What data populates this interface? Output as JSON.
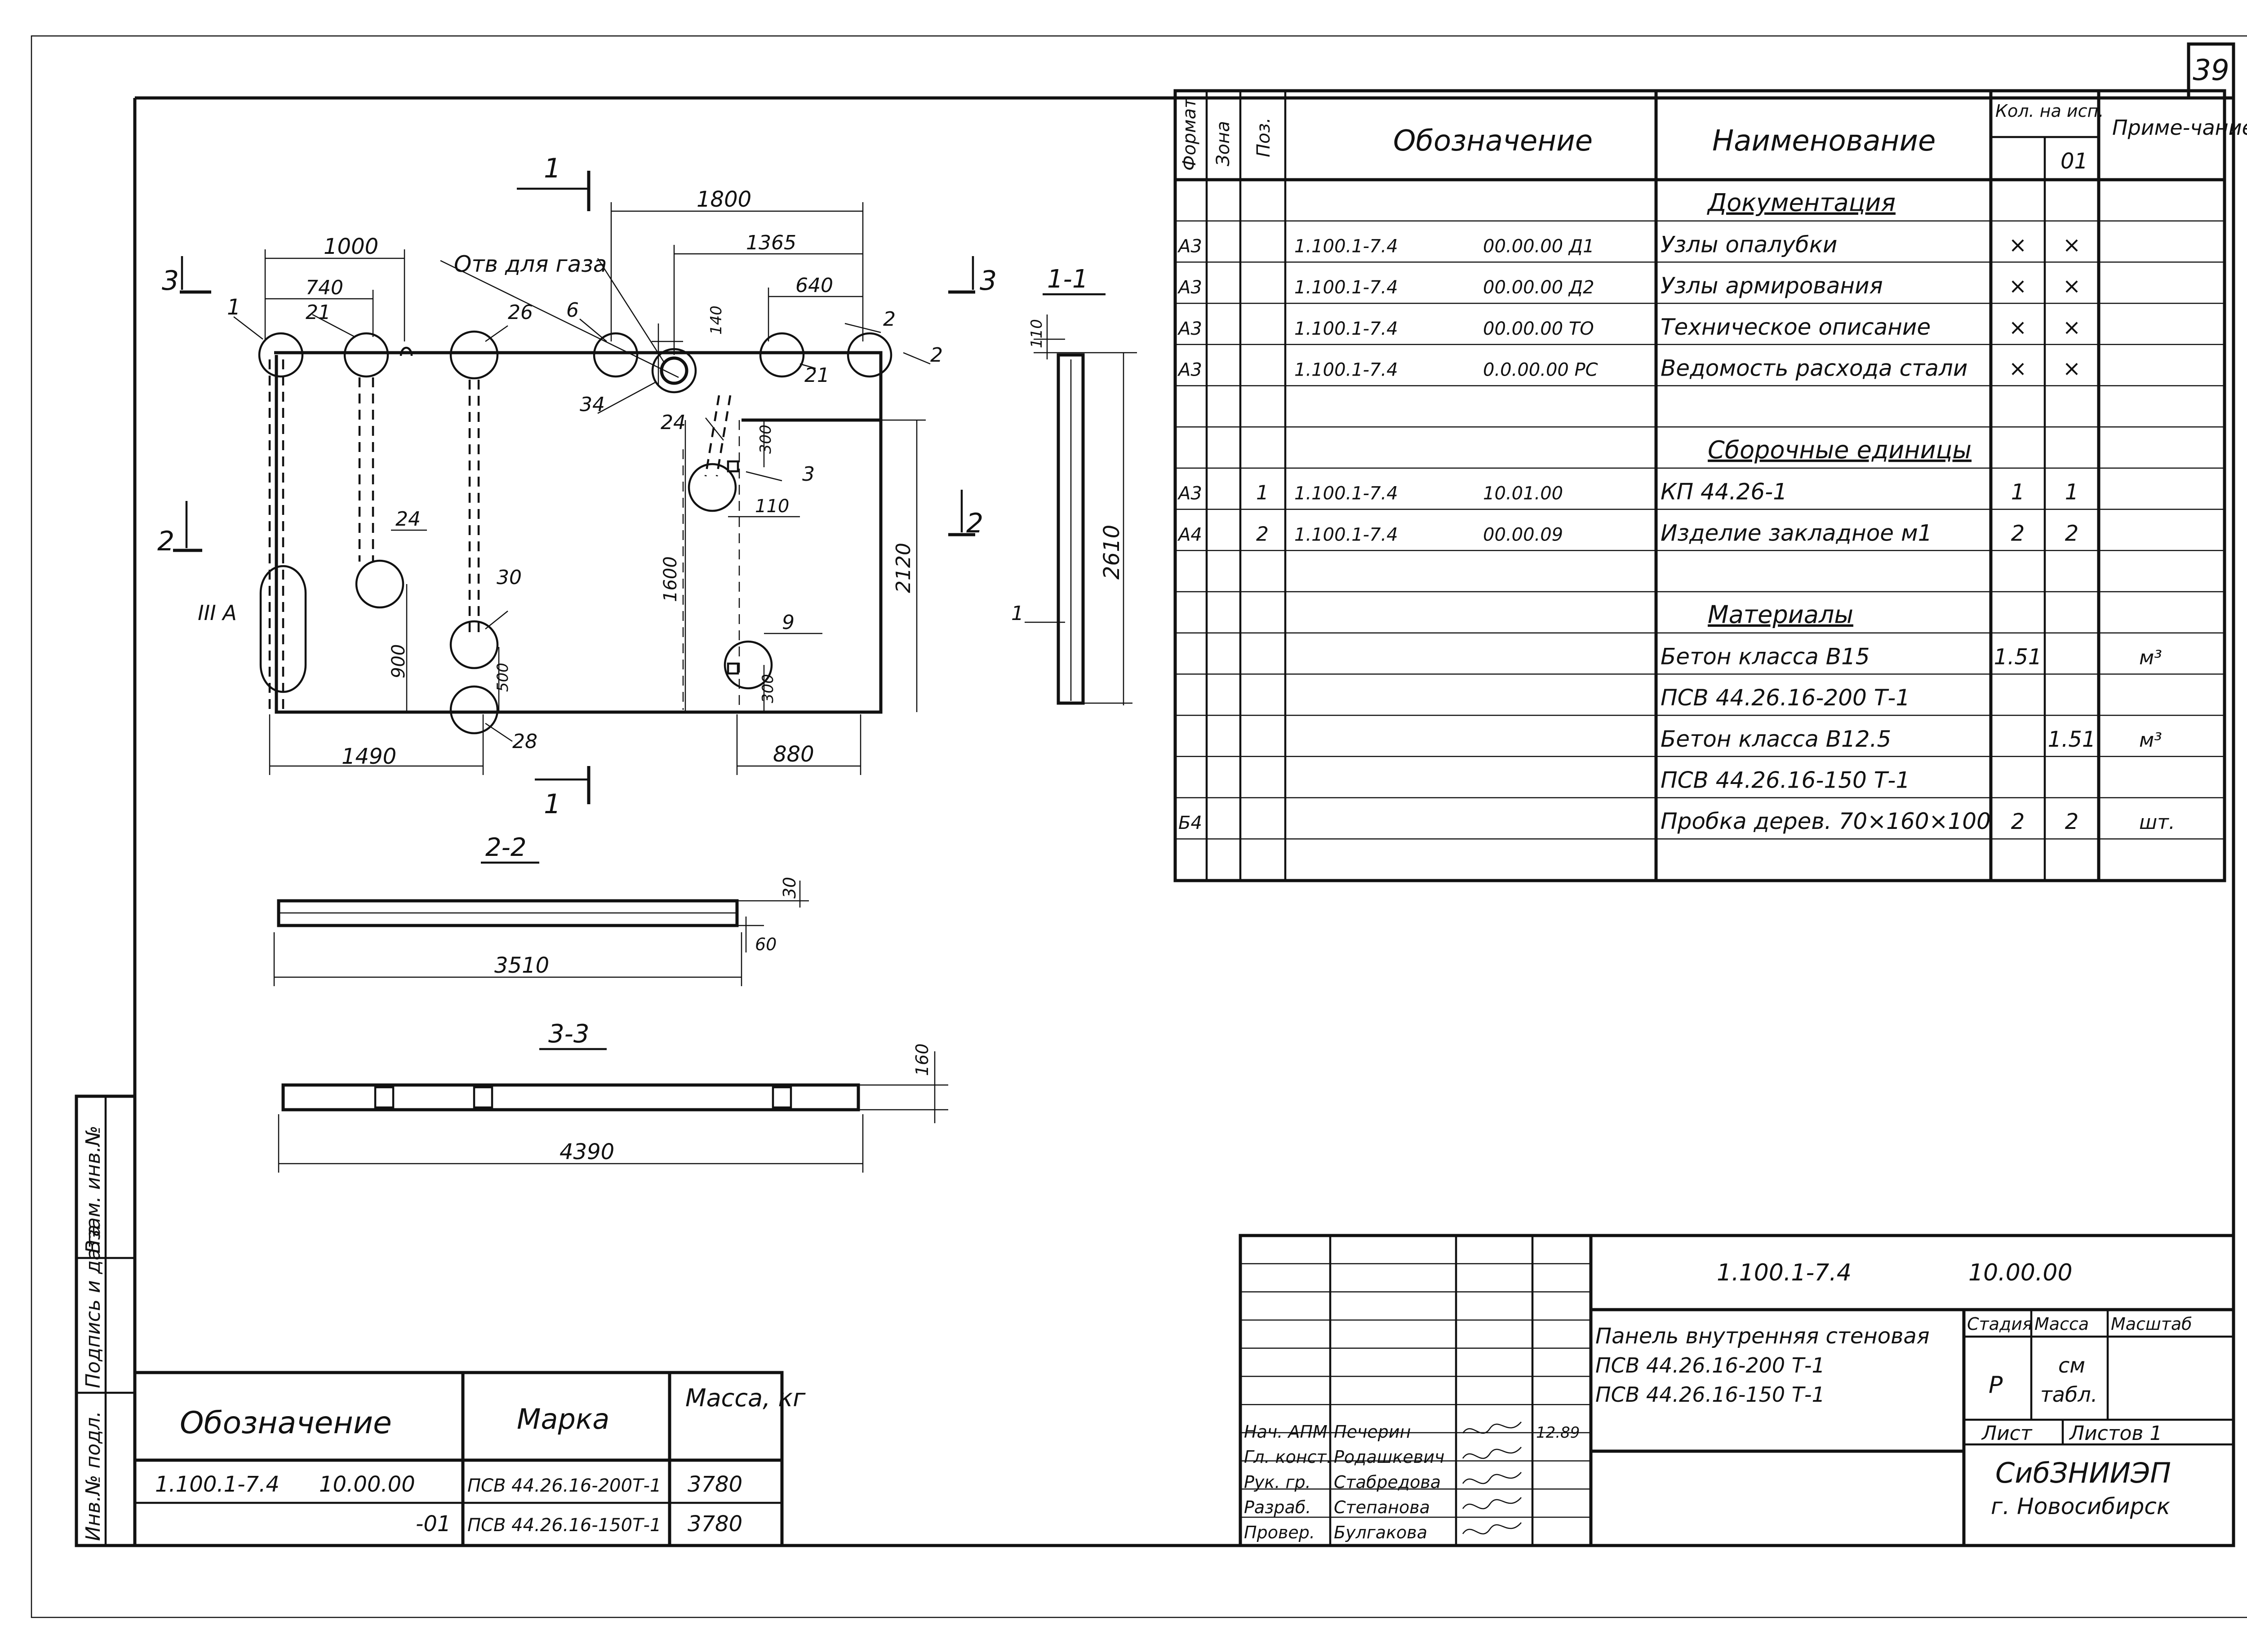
{
  "sheet_number": "39",
  "spec_table": {
    "headers": {
      "format": "Формат",
      "zone": "Зона",
      "pos": "Поз.",
      "designation": "Обозначение",
      "name": "Наименование",
      "qty": "Кол. на исп.",
      "qty_sub": "01",
      "note": "Приме-чание"
    },
    "rows": [
      {
        "format": "",
        "pos": "",
        "code": "",
        "sub": "",
        "name": "Документация",
        "qa": "",
        "qb": "",
        "note": "",
        "heading": true
      },
      {
        "format": "A3",
        "pos": "",
        "code": "1.100.1-7.4",
        "sub": "00.00.00 Д1",
        "name": "Узлы опалубки",
        "qa": "×",
        "qb": "×",
        "note": ""
      },
      {
        "format": "A3",
        "pos": "",
        "code": "1.100.1-7.4",
        "sub": "00.00.00 Д2",
        "name": "Узлы армирования",
        "qa": "×",
        "qb": "×",
        "note": ""
      },
      {
        "format": "A3",
        "pos": "",
        "code": "1.100.1-7.4",
        "sub": "00.00.00 ТО",
        "name": "Техническое описание",
        "qa": "×",
        "qb": "×",
        "note": ""
      },
      {
        "format": "A3",
        "pos": "",
        "code": "1.100.1-7.4",
        "sub": "0.0.00.00 РС",
        "name": "Ведомость расхода стали",
        "qa": "×",
        "qb": "×",
        "note": ""
      },
      {
        "format": "",
        "pos": "",
        "code": "",
        "sub": "",
        "name": "",
        "qa": "",
        "qb": "",
        "note": ""
      },
      {
        "format": "",
        "pos": "",
        "code": "",
        "sub": "",
        "name": "Сборочные единицы",
        "qa": "",
        "qb": "",
        "note": "",
        "heading": true
      },
      {
        "format": "A3",
        "pos": "1",
        "code": "1.100.1-7.4",
        "sub": "10.01.00",
        "name": "КП 44.26-1",
        "qa": "1",
        "qb": "1",
        "note": ""
      },
      {
        "format": "A4",
        "pos": "2",
        "code": "1.100.1-7.4",
        "sub": "00.00.09",
        "name": "Изделие закладное м1",
        "qa": "2",
        "qb": "2",
        "note": ""
      },
      {
        "format": "",
        "pos": "",
        "code": "",
        "sub": "",
        "name": "",
        "qa": "",
        "qb": "",
        "note": ""
      },
      {
        "format": "",
        "pos": "",
        "code": "",
        "sub": "",
        "name": "Материалы",
        "qa": "",
        "qb": "",
        "note": "",
        "heading": true
      },
      {
        "format": "",
        "pos": "",
        "code": "",
        "sub": "",
        "name": "Бетон класса В15",
        "qa": "1.51",
        "qb": "",
        "note": "м³"
      },
      {
        "format": "",
        "pos": "",
        "code": "",
        "sub": "",
        "name": "ПСВ 44.26.16-200 Т-1",
        "qa": "",
        "qb": "",
        "note": ""
      },
      {
        "format": "",
        "pos": "",
        "code": "",
        "sub": "",
        "name": "Бетон класса В12.5",
        "qa": "",
        "qb": "1.51",
        "note": "м³"
      },
      {
        "format": "",
        "pos": "",
        "code": "",
        "sub": "",
        "name": "ПСВ 44.26.16-150 Т-1",
        "qa": "",
        "qb": "",
        "note": ""
      },
      {
        "format": "Б4",
        "pos": "",
        "code": "",
        "sub": "",
        "name": "Пробка дерев. 70×160×100",
        "qa": "2",
        "qb": "2",
        "note": "шт."
      },
      {
        "format": "",
        "pos": "",
        "code": "",
        "sub": "",
        "name": "",
        "qa": "",
        "qb": "",
        "note": ""
      }
    ]
  },
  "main_view": {
    "hole_label": "Отв для газа",
    "dims": {
      "d1000": "1000",
      "d740": "740",
      "d1800": "1800",
      "d1365": "1365",
      "d640": "640",
      "d110a": "110",
      "d140": "140",
      "d300a": "300",
      "d110b": "110",
      "d1600": "1600",
      "d2120": "2120",
      "d900": "900",
      "d500": "500",
      "d300b": "300",
      "d1490": "1490",
      "d880": "880"
    },
    "positions": {
      "p1": "1",
      "p21a": "21",
      "p26": "26",
      "p6": "6",
      "p34": "34",
      "p2": "2",
      "p2b": "2",
      "p21b": "21",
      "p24a": "24",
      "p3": "3",
      "p24b": "24",
      "p30": "30",
      "p28": "28",
      "p9": "9"
    },
    "node_label": "III А",
    "cut_1": "1",
    "cut_2": "2",
    "cut_3": "3"
  },
  "section_1_1": {
    "title": "1-1",
    "d110": "110",
    "d2610": "2610",
    "pos": "1"
  },
  "section_2_2": {
    "title": "2-2",
    "d30": "30",
    "d60": "60",
    "d3510": "3510"
  },
  "section_3_3": {
    "title": "3-3",
    "d160": "160",
    "d4390": "4390"
  },
  "side_stamp": {
    "c1": "Инв.№ подл.",
    "c2": "Подпись и дата",
    "c3": "Взам. инв.№"
  },
  "variants_table": {
    "h_designation": "Обозначение",
    "h_mark": "Марка",
    "h_mass": "Масса, кг",
    "rows": [
      {
        "code": "1.100.1-7.4",
        "sub": "10.00.00",
        "mark": "ПСВ 44.26.16-200Т-1",
        "mass": "3780"
      },
      {
        "code": "",
        "sub": "-01",
        "mark": "ПСВ 44.26.16-150Т-1",
        "mass": "3780"
      }
    ]
  },
  "title_block": {
    "code": "1.100.1-7.4",
    "code_sub": "10.00.00",
    "title_lines": [
      "Панель внутренняя стеновая",
      "ПСВ 44.26.16-200 Т-1",
      "ПСВ 44.26.16-150 Т-1"
    ],
    "stage_h": "Стадия",
    "mass_h": "Масса",
    "scale_h": "Масштаб",
    "stage": "Р",
    "mass_line1": "см",
    "mass_line2": "табл.",
    "sheet_h": "Лист",
    "sheets_h": "Листов 1",
    "org_line1": "СибЗНИИЭП",
    "org_line2": "г. Новосибирск",
    "people": [
      {
        "role": "Нач. АПМ",
        "name": "Печерин",
        "date": "12.89"
      },
      {
        "role": "Гл. конст.",
        "name": "Родашкевич",
        "date": ""
      },
      {
        "role": "Рук. гр.",
        "name": "Стабредова",
        "date": ""
      },
      {
        "role": "Разраб.",
        "name": "Степанова",
        "date": ""
      },
      {
        "role": "Провер.",
        "name": "Булгакова",
        "date": ""
      }
    ]
  }
}
